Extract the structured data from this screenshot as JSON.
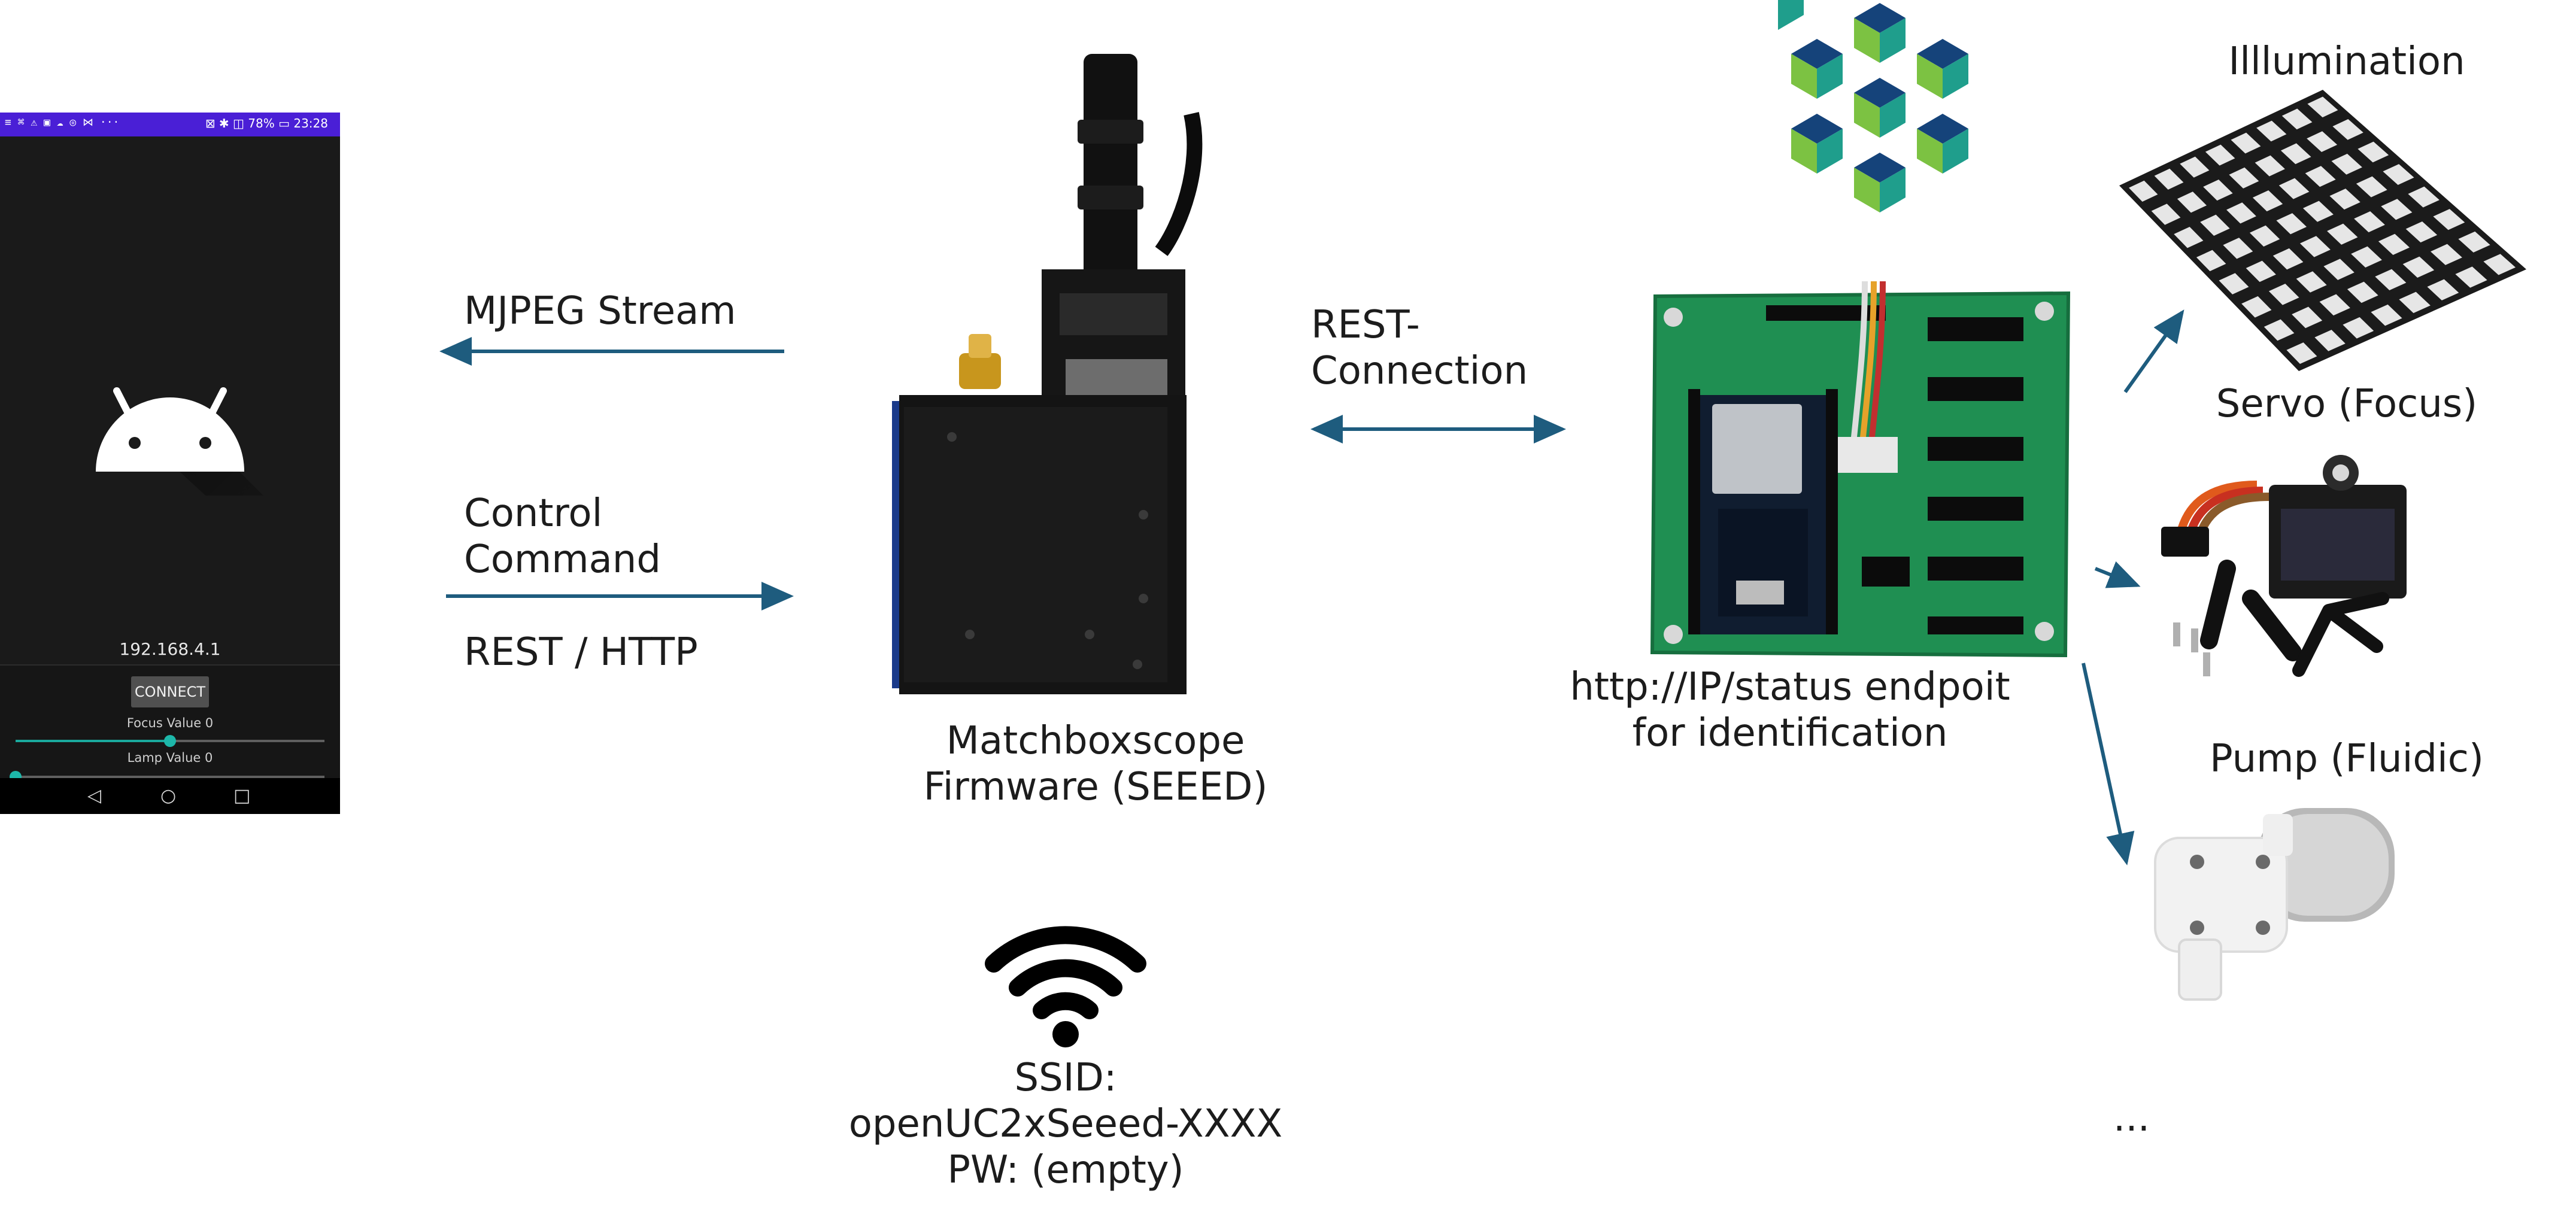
{
  "phone": {
    "status_left": "≡ ⌘ ⚠ ▣ ☁ ◎ ⋈ ···",
    "status_right": "⊠ ✱ ◫ 78% ▭ 23:28",
    "ip": "192.168.4.1",
    "connect_label": "CONNECT",
    "focus_label": "Focus Value 0",
    "focus_value": 0.5,
    "lamp_label": "Lamp Value 0",
    "lamp_value": 0,
    "accent": "#1db7a9",
    "status_bar_color": "#4a1fd6"
  },
  "labels": {
    "mjpeg": "MJPEG Stream",
    "control_line1": "Control",
    "control_line2": "Command",
    "rest_http": "REST / HTTP",
    "device_line1": "Matchboxscope",
    "device_line2": "Firmware (SEEED)",
    "rest_line1": "REST-",
    "rest_line2": "Connection",
    "endpoint_line1": "http://IP/status endpoit",
    "endpoint_line2": "for identification",
    "illumination": "Illlumination",
    "servo": "Servo (Focus)",
    "pump": "Pump (Fluidic)",
    "ellipsis": "...",
    "ssid_line1": "SSID:",
    "ssid_line2": "openUC2xSeeed-XXXX",
    "ssid_line3": "PW: (empty)"
  },
  "colors": {
    "arrow": "#1e5c7e",
    "text": "#1c1c1c",
    "pcb_green": "#1f8f52",
    "logo_blue": "#15437a",
    "logo_green": "#7cc242",
    "logo_teal": "#1f9e8c"
  },
  "icons": {
    "android": "android-robot-icon",
    "wifi": "wifi-icon",
    "logo": "hexagon-cube-logo"
  }
}
